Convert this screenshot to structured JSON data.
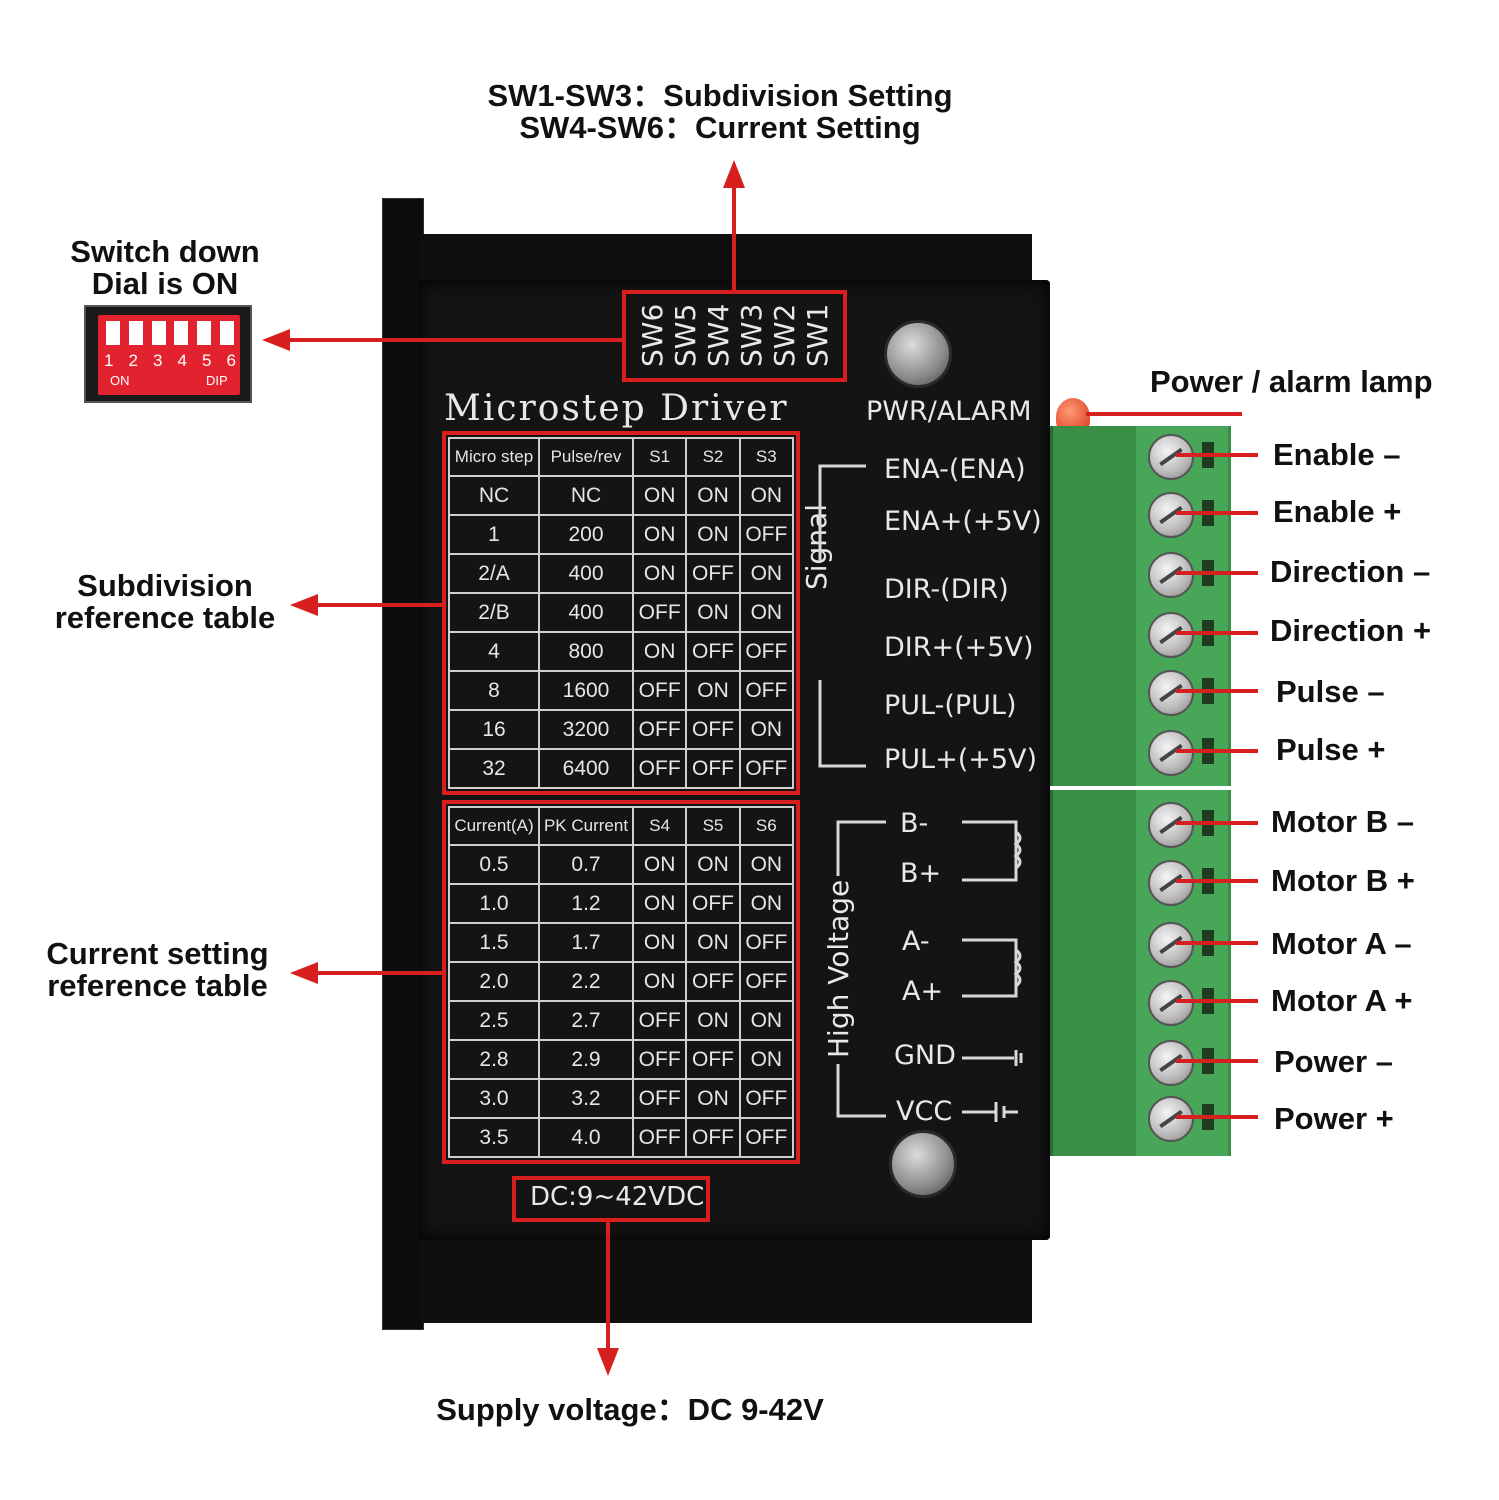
{
  "top_callout": {
    "line1": "SW1-SW3：Subdivision Setting",
    "line2": "SW4-SW6：Current Setting"
  },
  "dip_callout": {
    "line1": "Switch down",
    "line2": "Dial is ON",
    "numbers": [
      "1",
      "2",
      "3",
      "4",
      "5",
      "6"
    ],
    "on_label": "ON",
    "dip_label": "DIP"
  },
  "subdivision_callout": {
    "line1": "Subdivision",
    "line2": "reference table"
  },
  "current_callout": {
    "line1": "Current setting",
    "line2": "reference table"
  },
  "lamp_callout": "Power / alarm lamp",
  "supply_callout": "Supply voltage：DC 9-42V",
  "board": {
    "title": "Microstep Driver",
    "pwr_label": "PWR/ALARM",
    "switches": [
      "SW6",
      "SW5",
      "SW4",
      "SW3",
      "SW2",
      "SW1"
    ],
    "signal_label": "Signal",
    "high_voltage_label": "High Voltage",
    "dc_label": "DC:9~42VDC",
    "signal_pins": [
      "ENA-(ENA)",
      "ENA+(+5V)",
      "DIR-(DIR)",
      "DIR+(+5V)",
      "PUL-(PUL)",
      "PUL+(+5V)"
    ],
    "power_pins": [
      "B-",
      "B+",
      "A-",
      "A+",
      "GND",
      "VCC"
    ]
  },
  "subdivision_table": {
    "headers": [
      "Micro step",
      "Pulse/rev",
      "S1",
      "S2",
      "S3"
    ],
    "rows": [
      [
        "NC",
        "NC",
        "ON",
        "ON",
        "ON"
      ],
      [
        "1",
        "200",
        "ON",
        "ON",
        "OFF"
      ],
      [
        "2/A",
        "400",
        "ON",
        "OFF",
        "ON"
      ],
      [
        "2/B",
        "400",
        "OFF",
        "ON",
        "ON"
      ],
      [
        "4",
        "800",
        "ON",
        "OFF",
        "OFF"
      ],
      [
        "8",
        "1600",
        "OFF",
        "ON",
        "OFF"
      ],
      [
        "16",
        "3200",
        "OFF",
        "OFF",
        "ON"
      ],
      [
        "32",
        "6400",
        "OFF",
        "OFF",
        "OFF"
      ]
    ]
  },
  "current_table": {
    "headers": [
      "Current(A)",
      "PK Current",
      "S4",
      "S5",
      "S6"
    ],
    "rows": [
      [
        "0.5",
        "0.7",
        "ON",
        "ON",
        "ON"
      ],
      [
        "1.0",
        "1.2",
        "ON",
        "OFF",
        "ON"
      ],
      [
        "1.5",
        "1.7",
        "ON",
        "ON",
        "OFF"
      ],
      [
        "2.0",
        "2.2",
        "ON",
        "OFF",
        "OFF"
      ],
      [
        "2.5",
        "2.7",
        "OFF",
        "ON",
        "ON"
      ],
      [
        "2.8",
        "2.9",
        "OFF",
        "OFF",
        "ON"
      ],
      [
        "3.0",
        "3.2",
        "OFF",
        "ON",
        "OFF"
      ],
      [
        "3.5",
        "4.0",
        "OFF",
        "OFF",
        "OFF"
      ]
    ]
  },
  "terminal_labels": [
    "Enable –",
    "Enable +",
    "Direction –",
    "Direction +",
    "Pulse –",
    "Pulse +",
    "Motor B –",
    "Motor B +",
    "Motor A –",
    "Motor A +",
    "Power –",
    "Power +"
  ],
  "colors": {
    "accent_red": "#d81f1f",
    "board_black": "#111111",
    "terminal_green": "#3f9a4c"
  }
}
